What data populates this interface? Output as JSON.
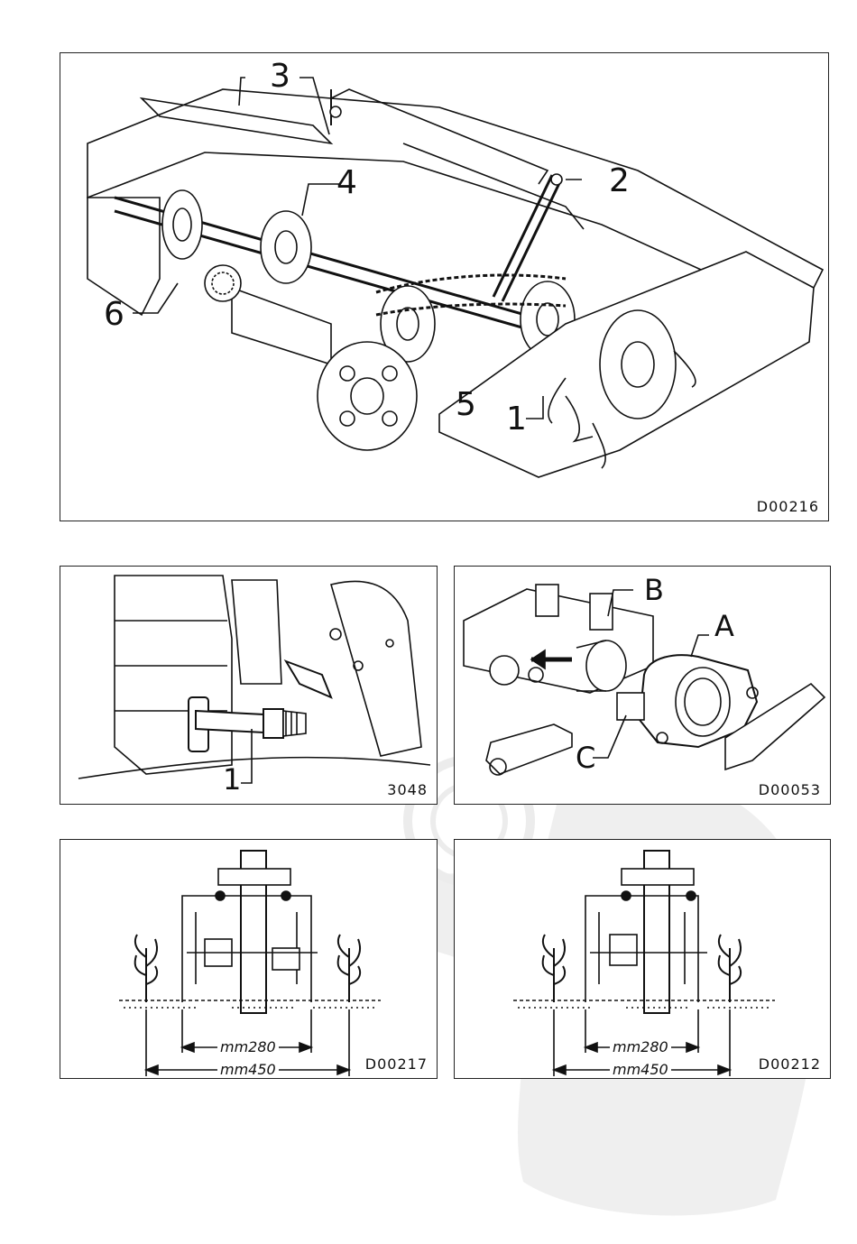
{
  "figures": {
    "main": {
      "code": "D00216",
      "callouts": [
        "1",
        "2",
        "3",
        "4",
        "5",
        "6"
      ]
    },
    "detail_left": {
      "code": "3048",
      "callouts": [
        "1"
      ]
    },
    "detail_right": {
      "code": "D00053",
      "callouts": [
        "A",
        "B",
        "C"
      ]
    },
    "spacing_left": {
      "code": "D00217",
      "dim_inner": "mm280",
      "dim_outer": "mm450"
    },
    "spacing_right": {
      "code": "D00212",
      "dim_inner": "mm280",
      "dim_outer": "mm450"
    }
  },
  "colors": {
    "line": "#111111",
    "watermark": "#ebebeb"
  }
}
